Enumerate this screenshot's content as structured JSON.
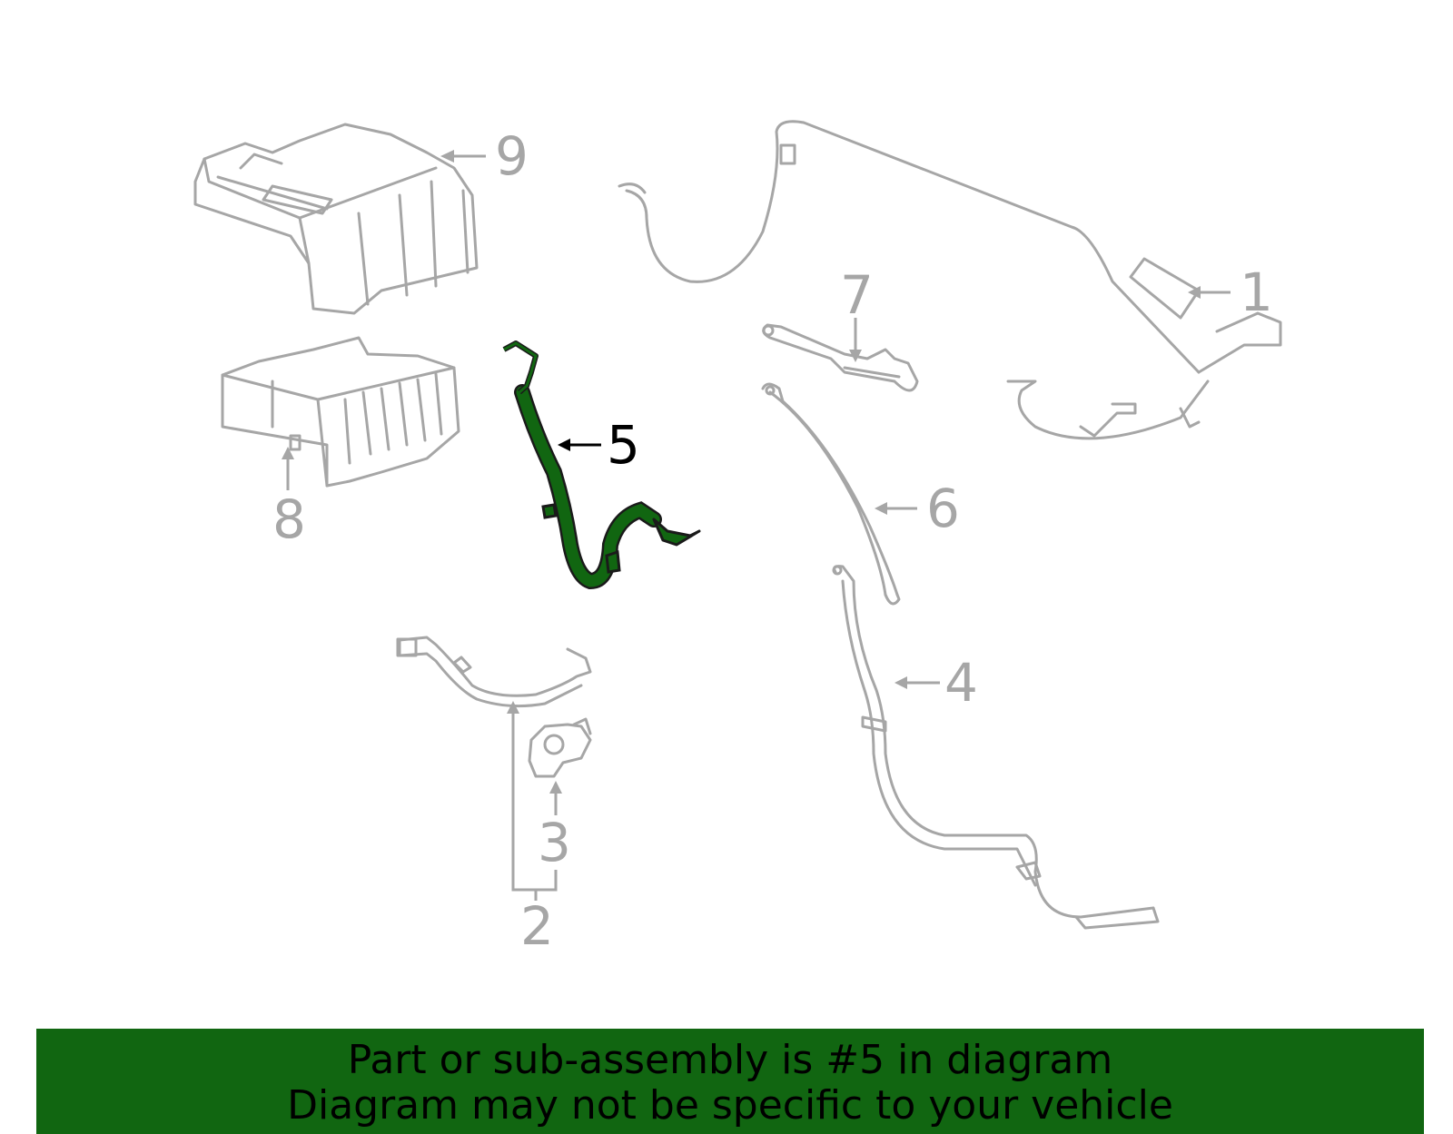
{
  "diagram": {
    "highlighted_part": "5",
    "highlight_color": "#116611",
    "dim_color": "#a6a6a6",
    "callouts": {
      "c1": "1",
      "c2": "2",
      "c3": "3",
      "c4": "4",
      "c5": "5",
      "c6": "6",
      "c7": "7",
      "c8": "8",
      "c9": "9"
    }
  },
  "banner": {
    "line1": "Part or sub-assembly is #5 in diagram",
    "line2": "Diagram may not be specific to your vehicle",
    "background": "#116611"
  }
}
